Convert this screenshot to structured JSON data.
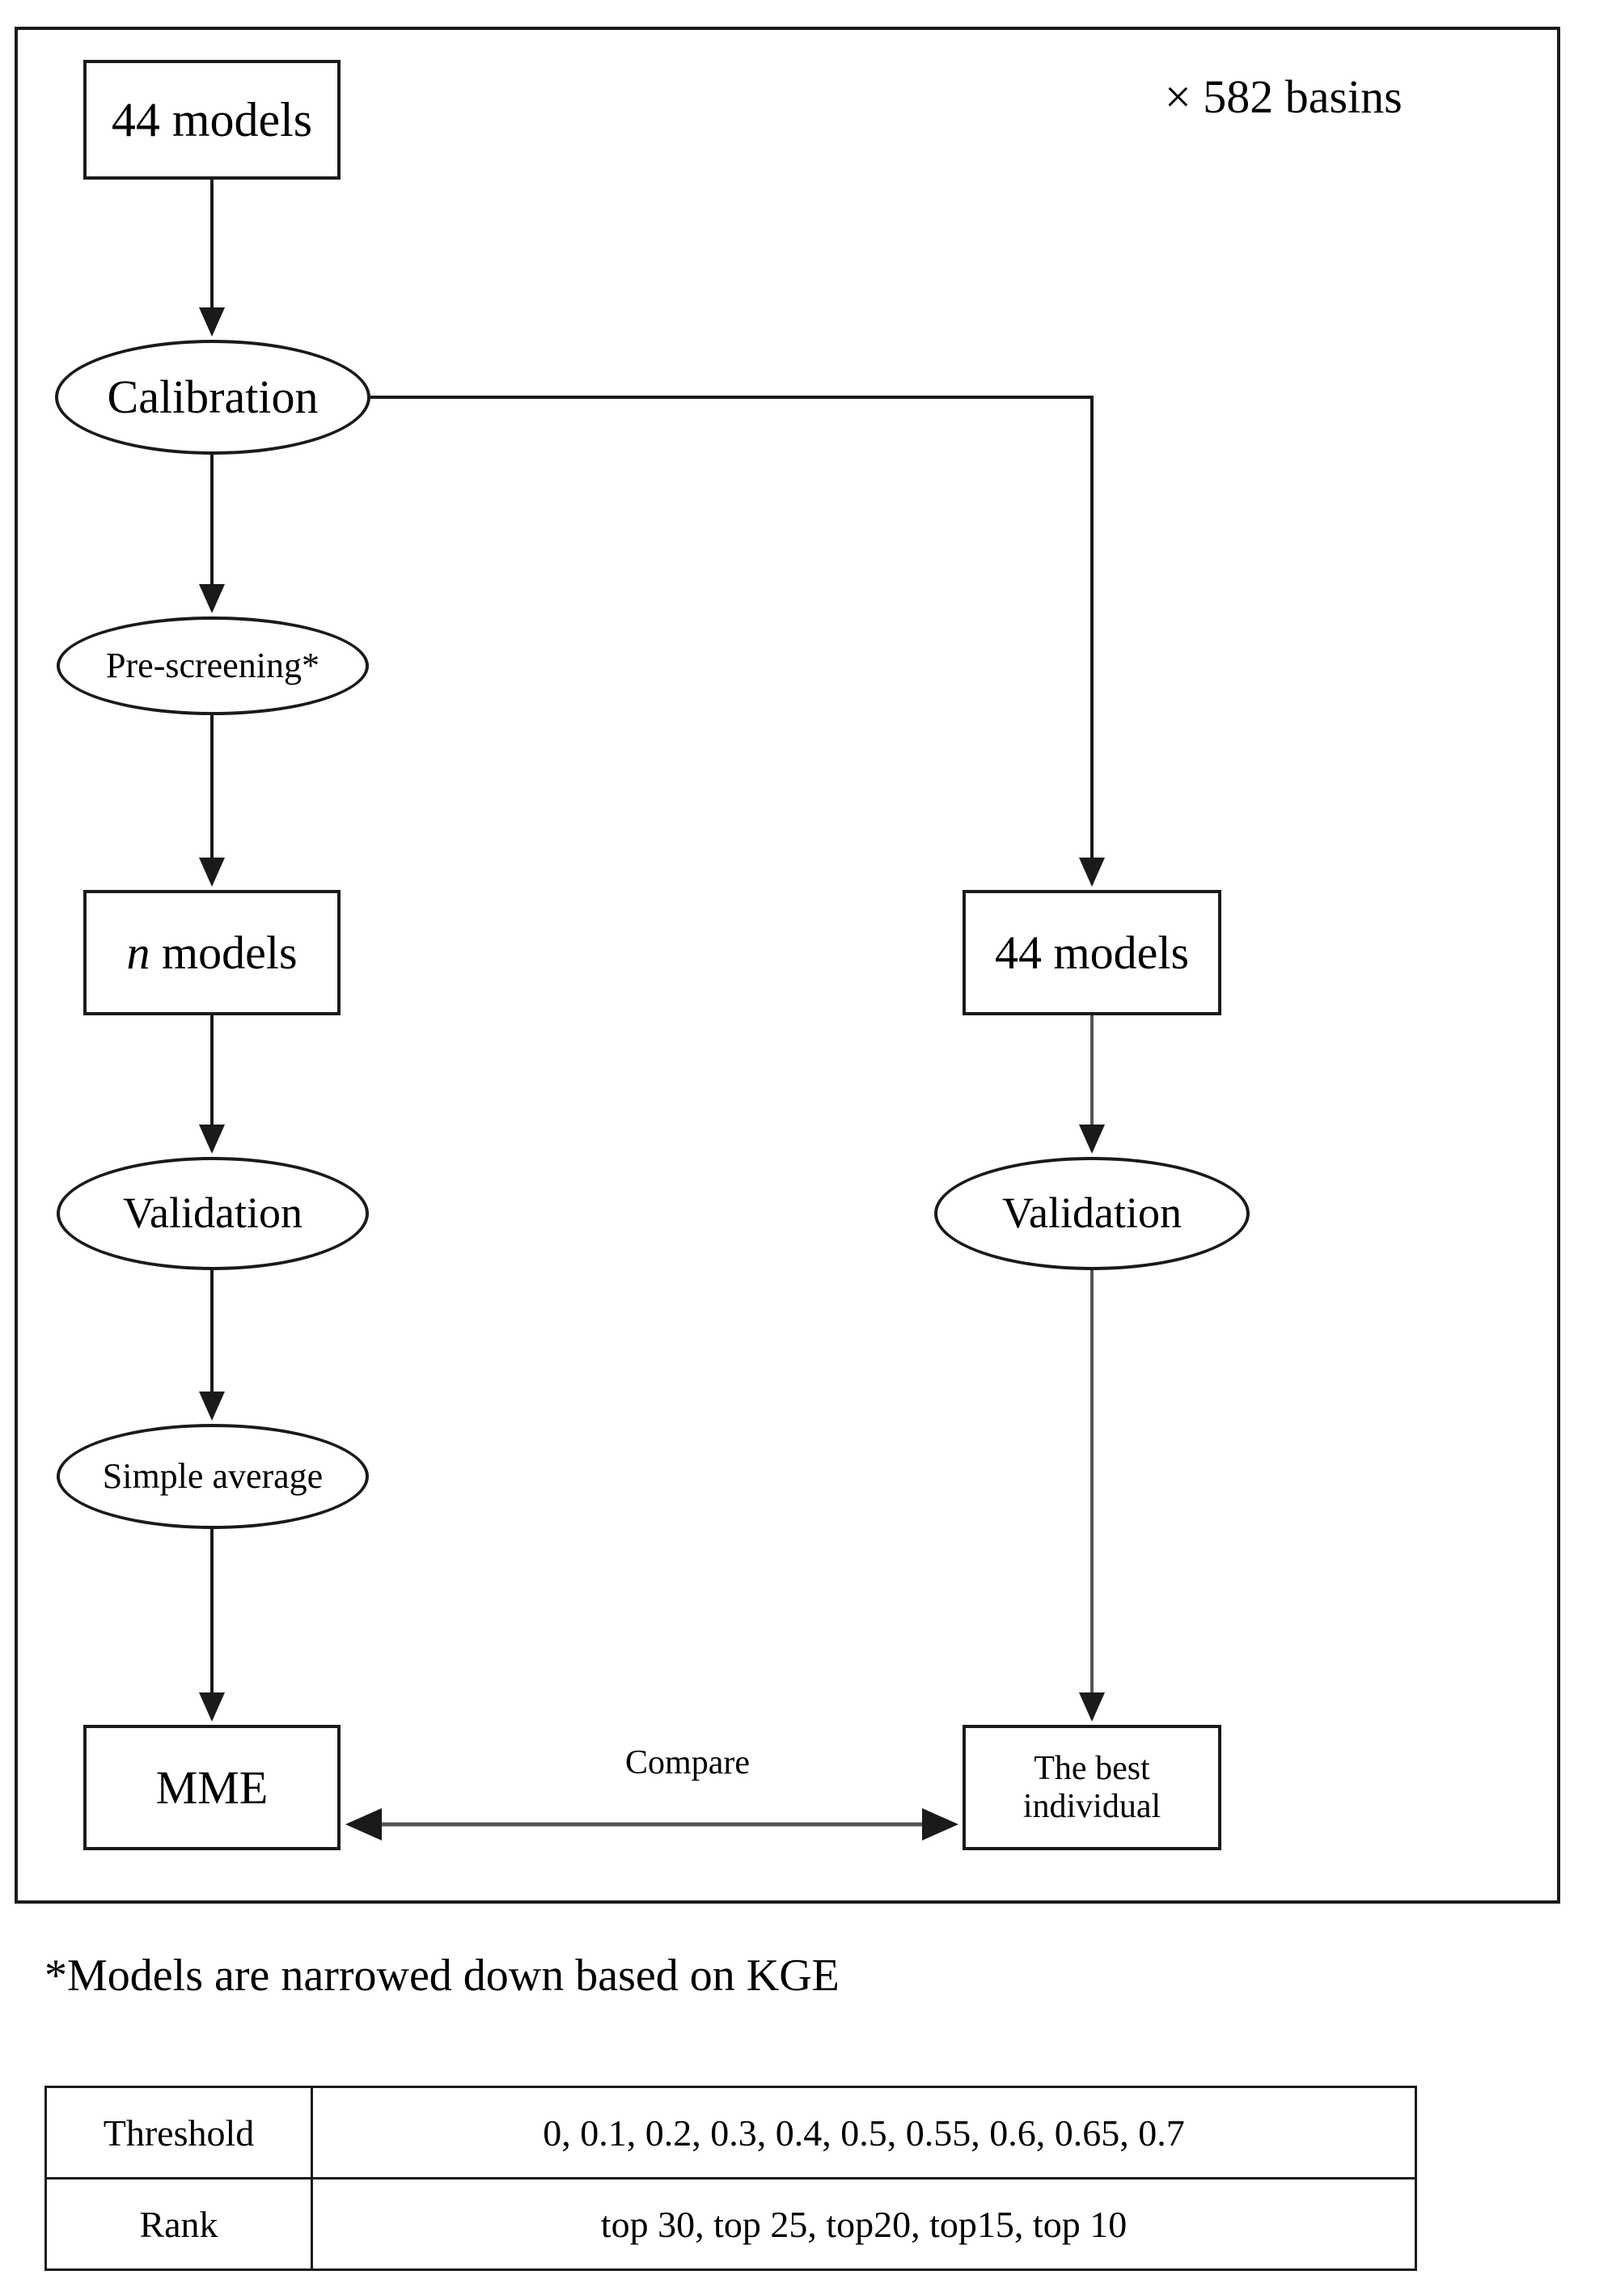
{
  "diagram": {
    "annotation_top_right": "× 582 basins",
    "nodes": {
      "models_top": "44 models",
      "calibration": "Calibration",
      "prescreening": "Pre-screening*",
      "n_models_prefix": "n",
      "n_models_suffix": " models",
      "models_right": "44 models",
      "validation_left": "Validation",
      "validation_right": "Validation",
      "simple_average": "Simple average",
      "mme": "MME",
      "best_individual": "The best individual"
    },
    "edge_labels": {
      "compare": "Compare"
    }
  },
  "footnote": "*Models are narrowed down based on KGE",
  "table": {
    "rows": [
      {
        "header": "Threshold",
        "value": "0, 0.1, 0.2, 0.3, 0.4, 0.5, 0.55, 0.6, 0.65, 0.7"
      },
      {
        "header": "Rank",
        "value": "top 30, top 25, top20, top15, top 10"
      }
    ]
  },
  "colors": {
    "stroke": "#1a1a1a",
    "background": "#ffffff",
    "text": "#000000"
  }
}
